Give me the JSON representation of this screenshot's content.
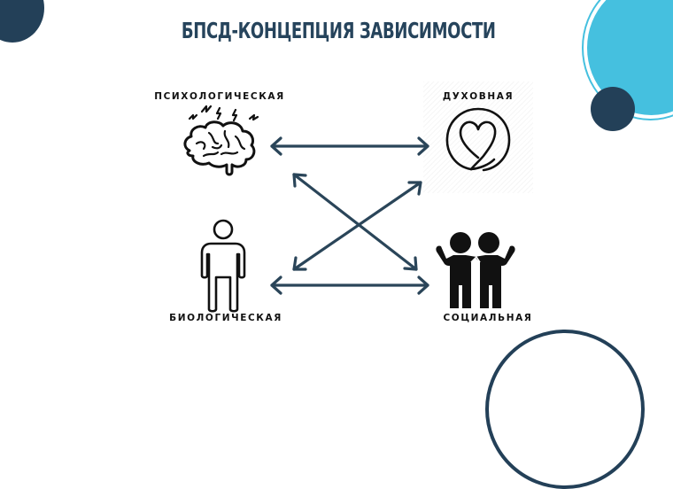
{
  "title": "БПСД-КОНЦЕПЦИЯ ЗАВИСИМОСТИ",
  "colors": {
    "title": "#26445c",
    "arrow": "#2a4559",
    "dark_circle": "#234058",
    "cyan_circle": "#45c0df",
    "icon": "#111111"
  },
  "nodes": [
    {
      "id": "psychological",
      "label": "ПСИХОЛОГИЧЕСКАЯ",
      "icon": "brain-icon",
      "position": "top-left"
    },
    {
      "id": "spiritual",
      "label": "ДУХОВНАЯ",
      "icon": "heart-circle-icon",
      "position": "top-right"
    },
    {
      "id": "biological",
      "label": "БИОЛОГИЧЕСКАЯ",
      "icon": "person-icon",
      "position": "bottom-left"
    },
    {
      "id": "social",
      "label": "СОЦИАЛЬНАЯ",
      "icon": "two-people-icon",
      "position": "bottom-right"
    }
  ],
  "edges": [
    {
      "from": "psychological",
      "to": "spiritual",
      "type": "bidirectional"
    },
    {
      "from": "biological",
      "to": "social",
      "type": "bidirectional"
    },
    {
      "from": "psychological",
      "to": "social",
      "type": "bidirectional"
    },
    {
      "from": "biological",
      "to": "spiritual",
      "type": "bidirectional"
    }
  ]
}
